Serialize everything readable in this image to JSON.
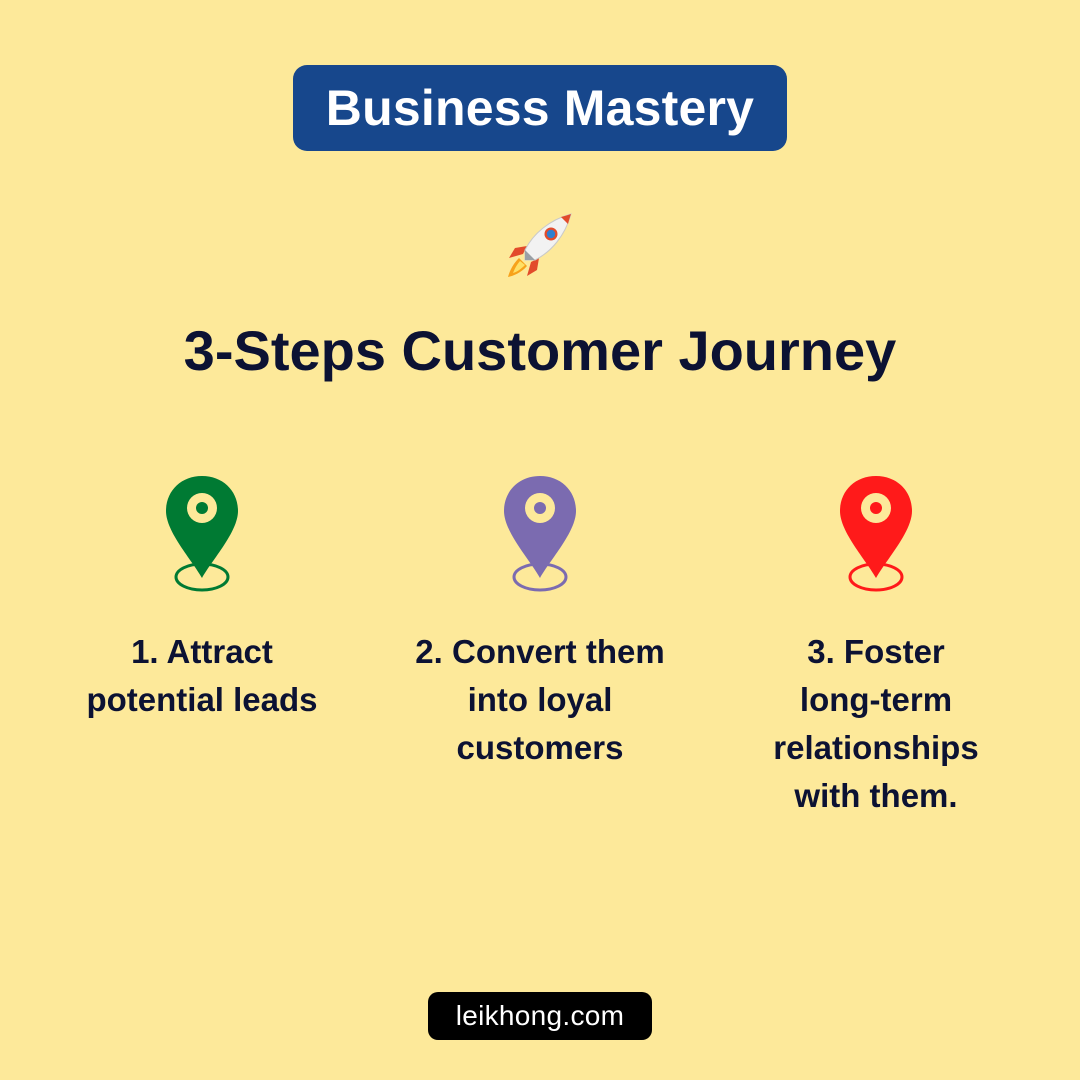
{
  "header": {
    "badge_text": "Business Mastery",
    "badge_color": "#17478c"
  },
  "rocket": {
    "icon": "rocket-icon"
  },
  "title": "3-Steps Customer Journey",
  "steps": [
    {
      "label": "1. Attract\npotential leads",
      "icon": "location-pin-icon",
      "color": "#007a33"
    },
    {
      "label": "2. Convert them\ninto loyal\ncustomers",
      "icon": "location-pin-icon",
      "color": "#7b6bb0"
    },
    {
      "label": "3. Foster\nlong-term\nrelationships\nwith them.",
      "icon": "location-pin-icon",
      "color": "#ff1a1a"
    }
  ],
  "footer": {
    "text": "leikhong.com"
  },
  "colors": {
    "background": "#fde99a",
    "text": "#0c1233"
  }
}
